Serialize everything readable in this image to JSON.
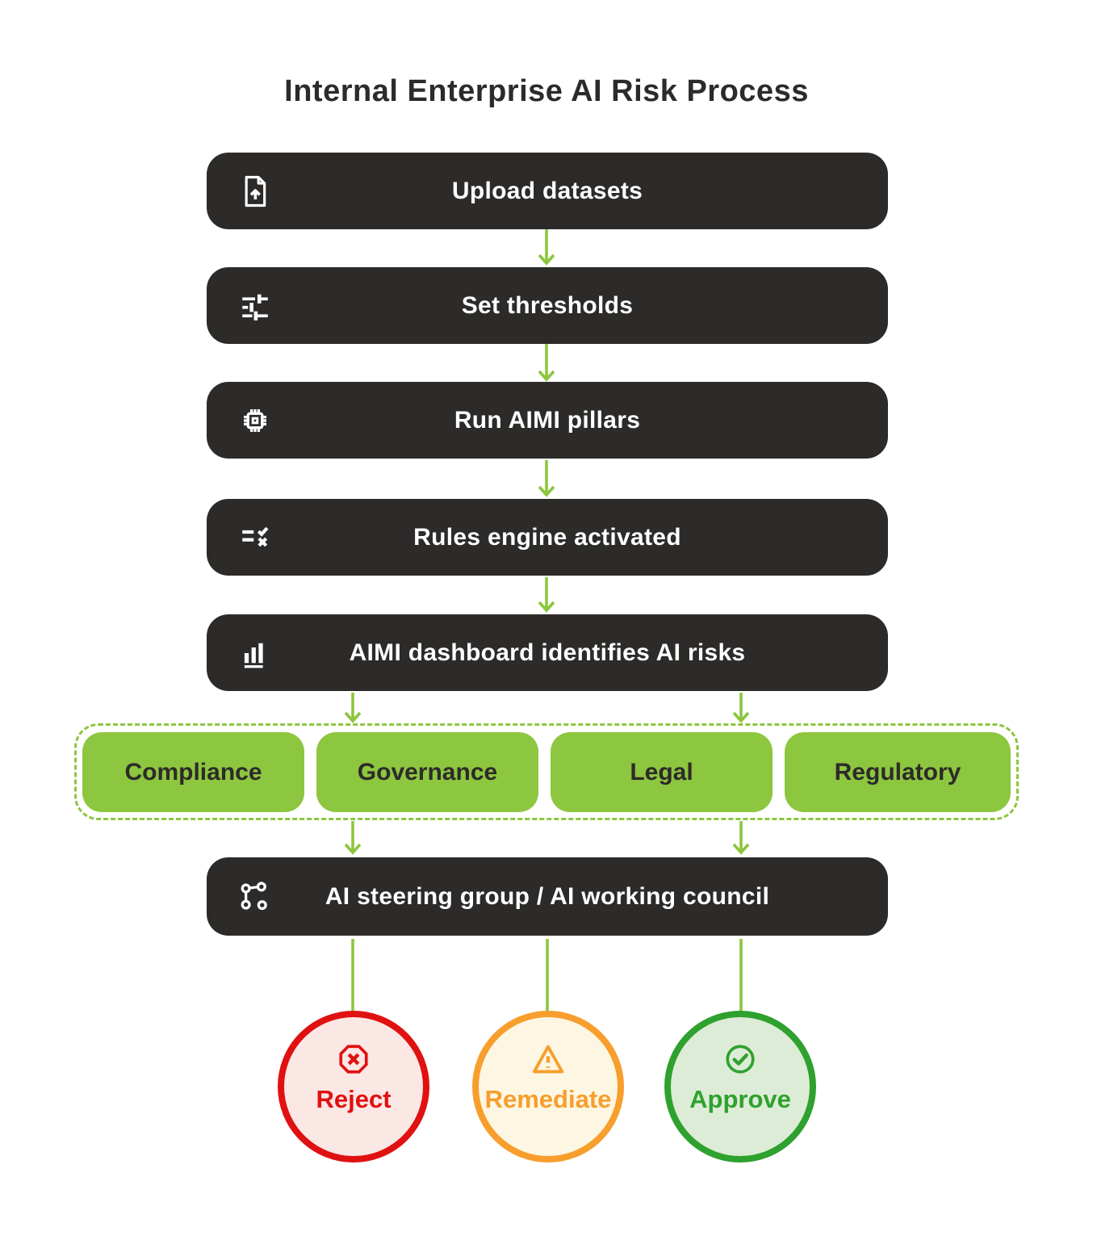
{
  "title": "Internal Enterprise AI Risk Process",
  "colors": {
    "node_background": "#2d2b29",
    "node_text": "#ffffff",
    "accent_green": "#8dc63f",
    "reject_red": "#e01111",
    "reject_fill": "#fbe7e4",
    "remediate_orange": "#f79e2c",
    "remediate_fill": "#fdf6e2",
    "approve_green": "#2ea12e",
    "approve_fill": "#ddecd6"
  },
  "flow": {
    "steps": [
      {
        "label": "Upload datasets",
        "icon": "file-upload-icon"
      },
      {
        "label": "Set thresholds",
        "icon": "sliders-icon"
      },
      {
        "label": "Run AIMI pillars",
        "icon": "chip-icon"
      },
      {
        "label": "Rules engine activated",
        "icon": "rules-check-icon"
      },
      {
        "label": "AIMI dashboard identifies AI risks",
        "icon": "bar-chart-icon"
      }
    ],
    "categories": [
      {
        "label": "Compliance"
      },
      {
        "label": "Governance"
      },
      {
        "label": "Legal"
      },
      {
        "label": "Regulatory"
      }
    ],
    "council": {
      "label": "AI steering group / AI working council",
      "icon": "network-icon"
    },
    "outcomes": [
      {
        "label": "Reject",
        "icon": "octagon-x-icon"
      },
      {
        "label": "Remediate",
        "icon": "warning-triangle-icon"
      },
      {
        "label": "Approve",
        "icon": "check-circle-icon"
      }
    ]
  }
}
